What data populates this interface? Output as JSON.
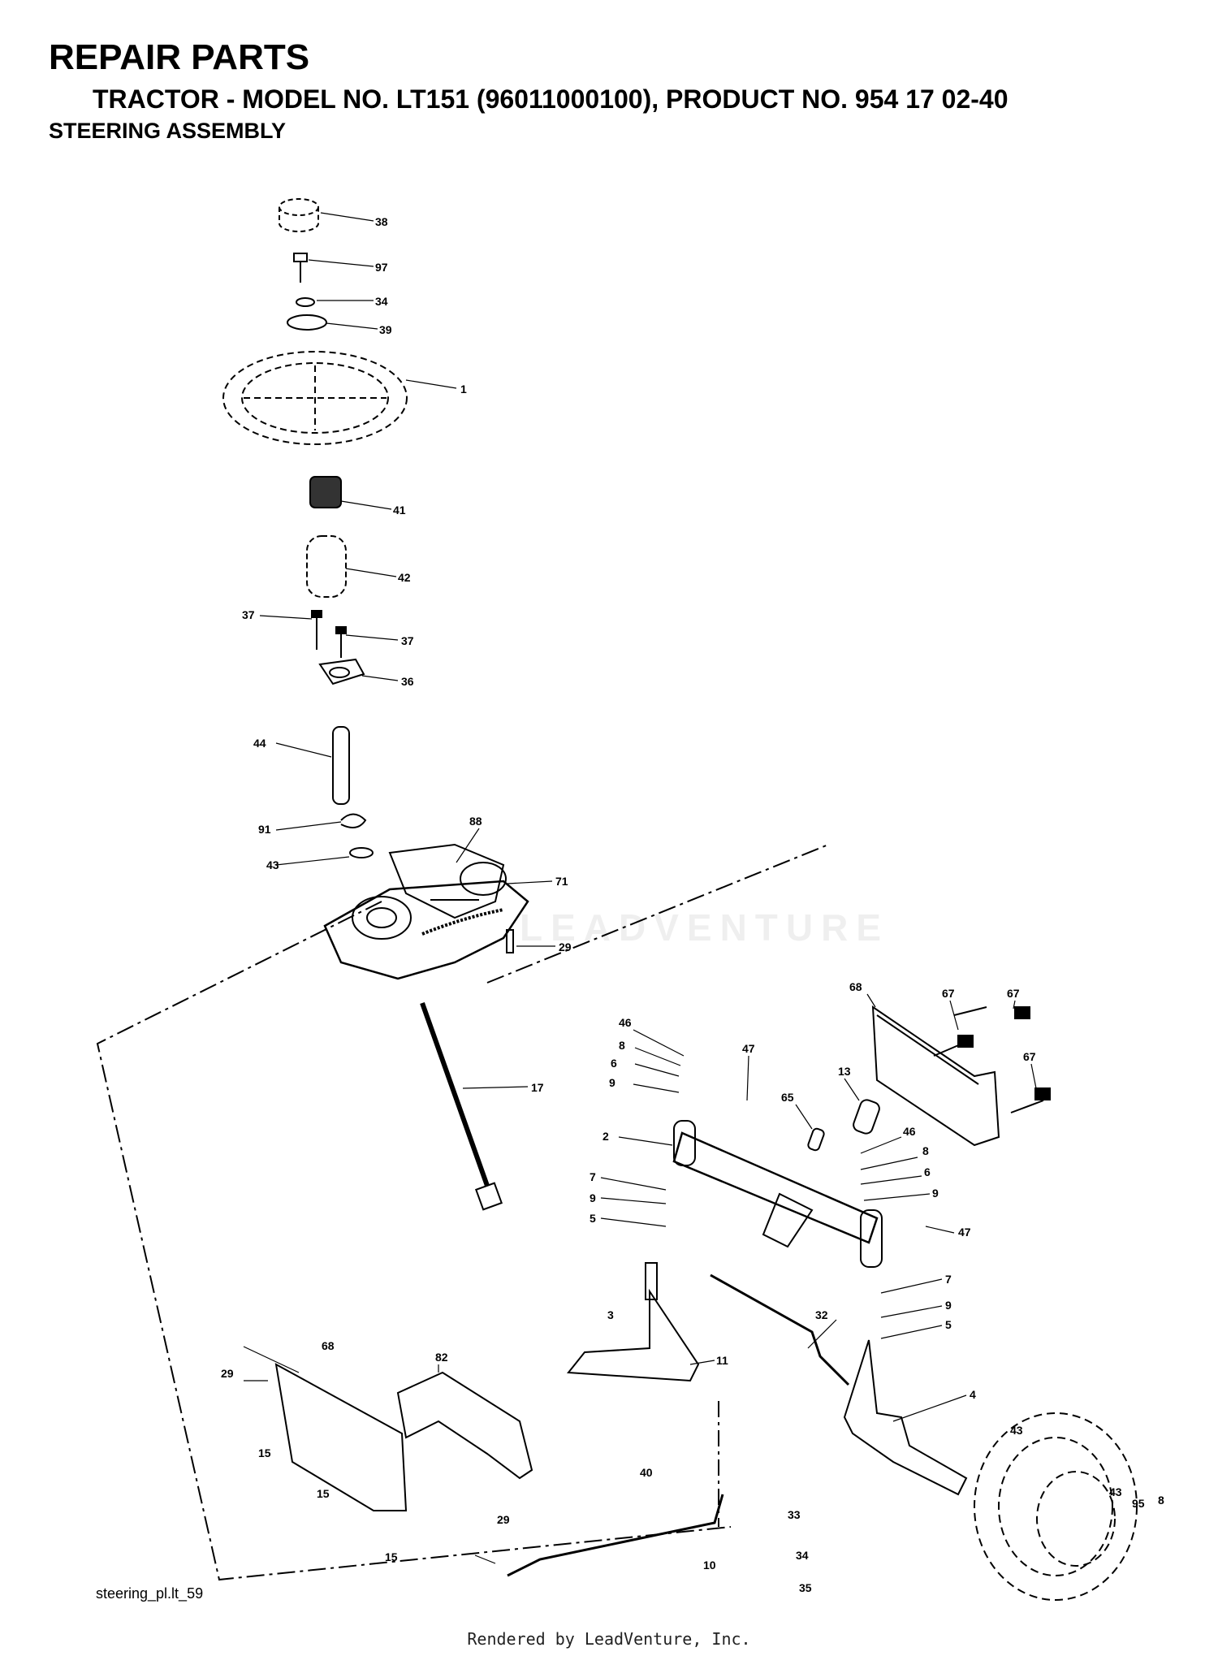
{
  "header": {
    "title": "REPAIR PARTS",
    "subtitle": "TRACTOR - MODEL NO. LT151 (96011000100), PRODUCT NO. 954 17 02-40",
    "section": "STEERING ASSEMBLY"
  },
  "callouts": [
    "38",
    "97",
    "34",
    "39",
    "1",
    "41",
    "42",
    "37",
    "37",
    "36",
    "44",
    "91",
    "43",
    "88",
    "71",
    "29",
    "17",
    "68",
    "67",
    "67",
    "67",
    "46",
    "8",
    "6",
    "9",
    "47",
    "13",
    "65",
    "2",
    "46",
    "8",
    "6",
    "9",
    "7",
    "9",
    "5",
    "47",
    "7",
    "9",
    "5",
    "3",
    "32",
    "11",
    "4",
    "68",
    "82",
    "29",
    "29",
    "15",
    "15",
    "15",
    "40",
    "10",
    "43",
    "33",
    "34",
    "35",
    "43",
    "95",
    "8"
  ],
  "footer": {
    "file_ref": "steering_pl.lt_59",
    "credit": "Rendered by LeadVenture, Inc."
  },
  "watermark": "LEADVENTURE"
}
